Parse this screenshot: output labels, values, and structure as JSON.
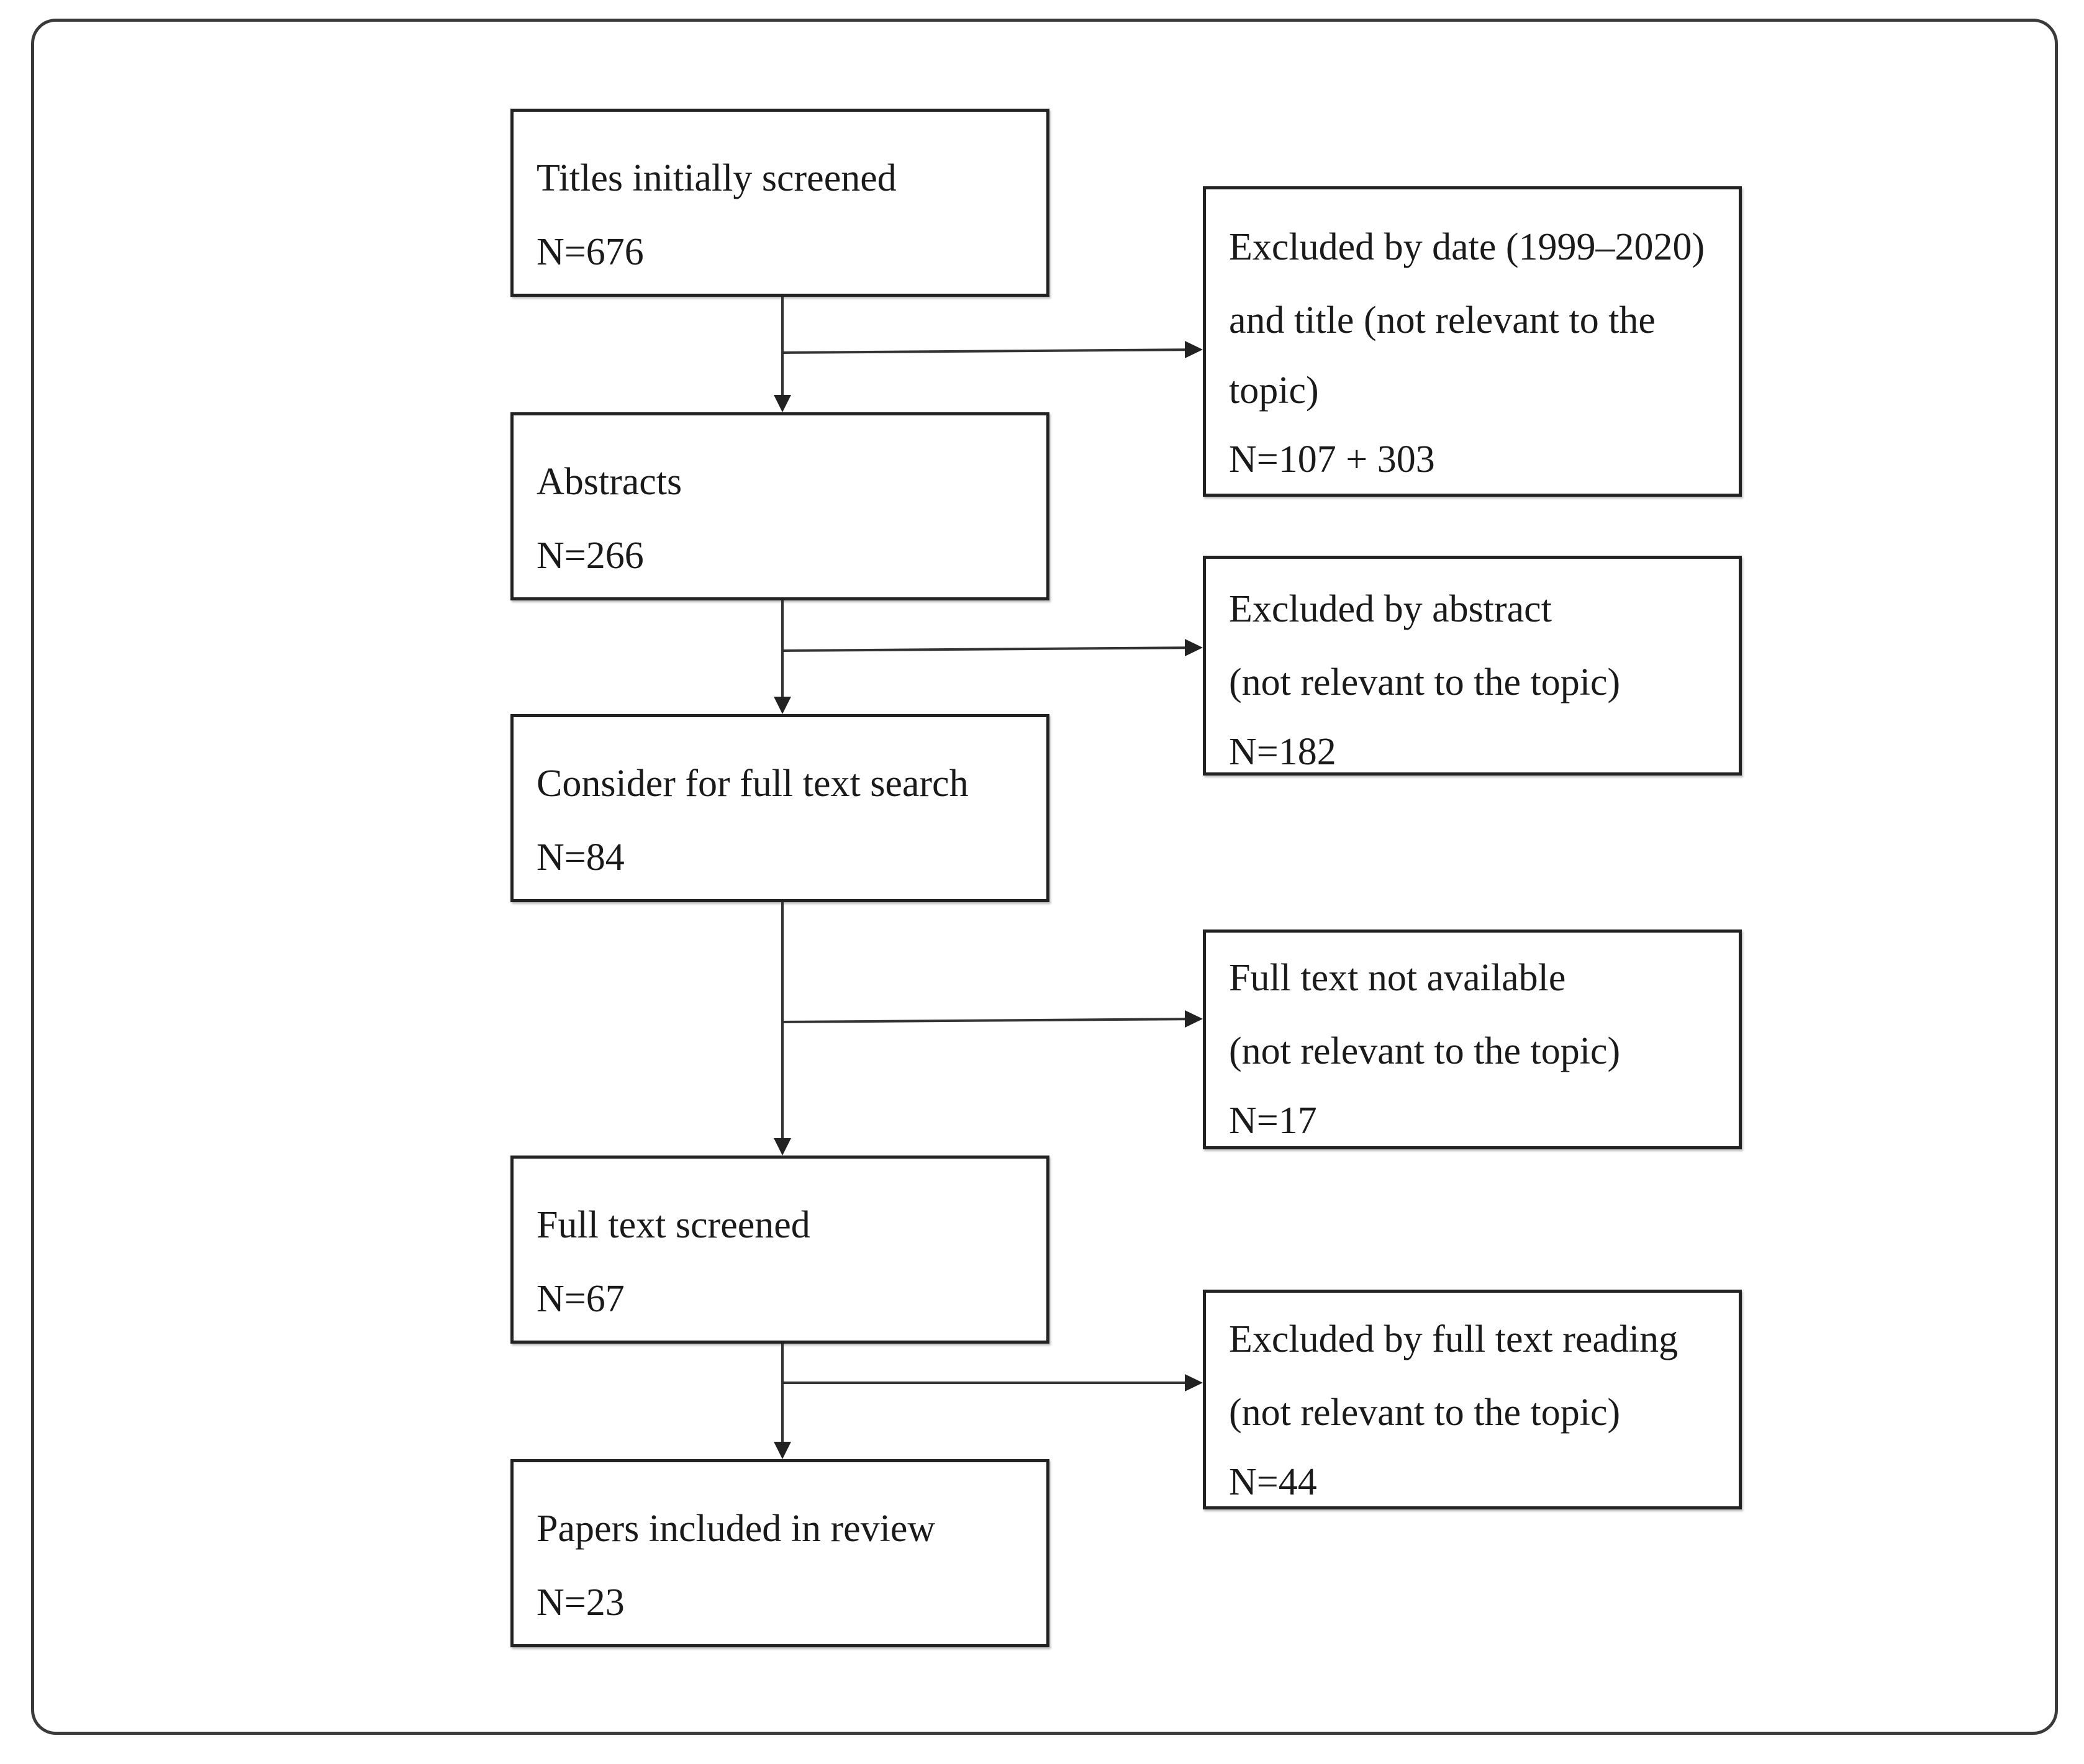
{
  "main_steps": [
    {
      "label": "Titles initially screened",
      "count": "N=676"
    },
    {
      "label": "Abstracts",
      "count": "N=266"
    },
    {
      "label": "Consider for full text search",
      "count": "N=84"
    },
    {
      "label": "Full text screened",
      "count": "N=67"
    },
    {
      "label": "Papers included in review",
      "count": "N=23"
    }
  ],
  "exclusions": [
    {
      "lines": [
        "Excluded by date (1999–2020)",
        "and title (not relevant to the",
        "topic)"
      ],
      "count": "N=107 + 303"
    },
    {
      "lines": [
        "Excluded by abstract",
        "(not relevant to the topic)"
      ],
      "count": "N=182"
    },
    {
      "lines": [
        "Full text not available",
        "(not relevant to the topic)"
      ],
      "count": "N=17"
    },
    {
      "lines": [
        "Excluded by full text reading",
        "(not relevant to the topic)"
      ],
      "count": "N=44"
    }
  ],
  "colors": {
    "box_border": "#222222",
    "frame_border": "#3a3a3a",
    "arrow": "#333333",
    "text": "#1a1a1a"
  }
}
